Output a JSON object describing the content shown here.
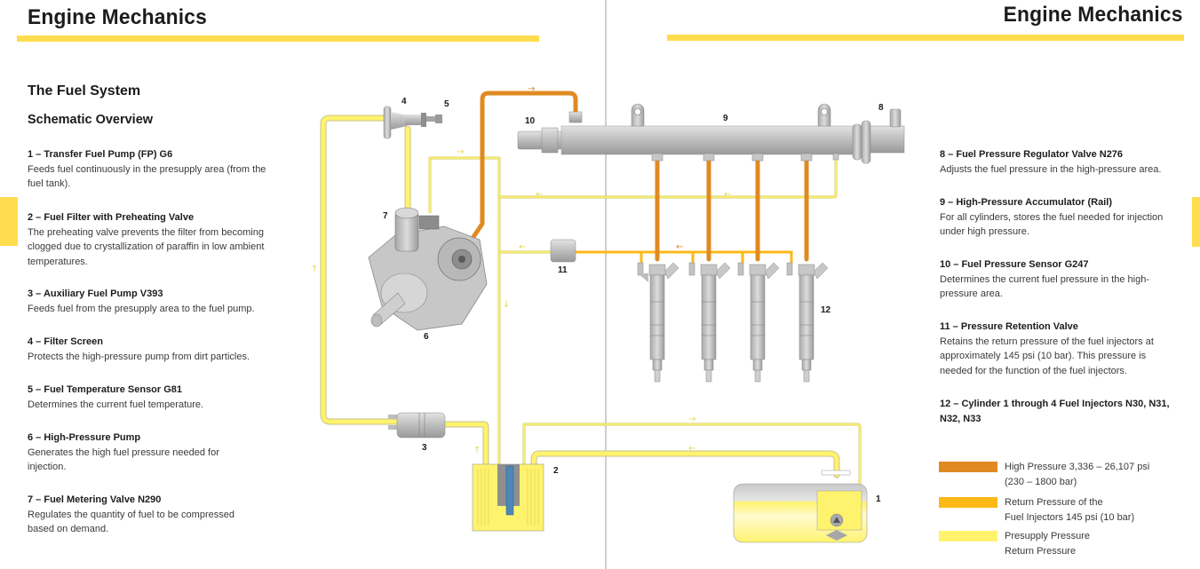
{
  "header": {
    "left_title": "Engine Mechanics",
    "right_title": "Engine Mechanics"
  },
  "section": {
    "title": "The Fuel System",
    "subtitle": "Schematic Overview"
  },
  "components_left": [
    {
      "heading": "1 – Transfer Fuel Pump (FP) G6",
      "text": "Feeds fuel continuously in the presupply area (from the fuel tank)."
    },
    {
      "heading": "2 – Fuel Filter with Preheating Valve",
      "text": "The preheating valve prevents the filter from becoming clogged due to crystallization of paraffin in low ambient temperatures."
    },
    {
      "heading": "3 – Auxiliary Fuel Pump V393",
      "text": "Feeds fuel from the presupply area to the fuel pump."
    },
    {
      "heading": "4 – Filter Screen",
      "text": "Protects the high-pressure pump from dirt particles."
    },
    {
      "heading": "5 – Fuel Temperature Sensor G81",
      "text": "Determines the current fuel temperature."
    },
    {
      "heading": "6 – High-Pressure Pump",
      "text": "Generates the high fuel pressure needed for injection."
    },
    {
      "heading": "7 – Fuel Metering Valve N290",
      "text": "Regulates the quantity of fuel to be compressed based on demand."
    }
  ],
  "components_right": [
    {
      "heading": "8 – Fuel Pressure Regulator Valve N276",
      "text": "Adjusts the fuel pressure in the high-pressure area."
    },
    {
      "heading": "9 – High-Pressure Accumulator (Rail)",
      "text": "For all cylinders, stores the fuel needed for injection under high pressure."
    },
    {
      "heading": "10 – Fuel Pressure Sensor G247",
      "text": "Determines the current fuel pressure in the high-pressure area."
    },
    {
      "heading": "11 – Pressure Retention Valve",
      "text": "Retains the return pressure of the fuel injectors at approximately 145 psi (10 bar). This pressure is needed for the function of the fuel injectors."
    },
    {
      "heading": "12 – Cylinder 1 through 4 Fuel Injectors N30, N31, N32, N33",
      "text": ""
    }
  ],
  "legend": [
    {
      "label_line1": "High Pressure 3,336 – 26,107 psi",
      "label_line2": "(230 – 1800 bar)",
      "color": "#e08a22"
    },
    {
      "label_line1": "Return Pressure of the",
      "label_line2": "Fuel Injectors 145 psi (10 bar)",
      "color": "#fbb917"
    },
    {
      "label_line1": "Presupply Pressure",
      "label_line2": "Return Pressure",
      "color": "#fff36e"
    }
  ],
  "diagram_labels": {
    "n1": "1",
    "n2": "2",
    "n3": "3",
    "n4": "4",
    "n5": "5",
    "n6": "6",
    "n7": "7",
    "n8": "8",
    "n9": "9",
    "n10": "10",
    "n11": "11",
    "n12": "12"
  },
  "colors": {
    "accent_yellow": "#ffdd4f",
    "high_pressure": "#e08a22",
    "return_injector": "#fbb917",
    "presupply": "#fff36e",
    "component_gray": "#bdbdbd"
  }
}
